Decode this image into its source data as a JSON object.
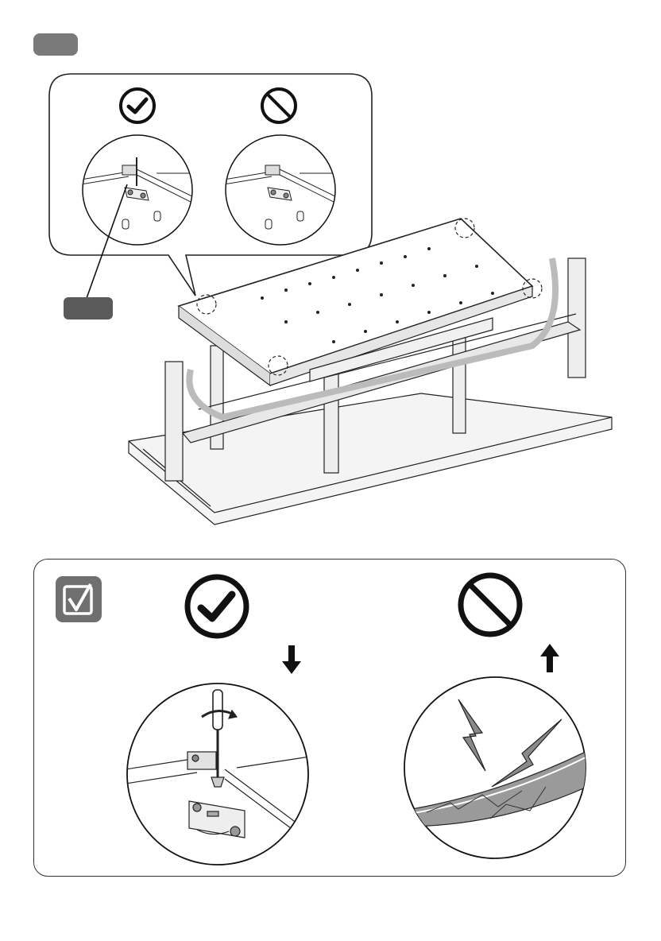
{
  "page": {
    "background": "#ffffff",
    "ink": "#111111",
    "accent_gray": "#6f6f6f"
  },
  "step_badge": {
    "icon": "blank-step-badge",
    "color": "#7a7a7a"
  },
  "callout_badge": {
    "icon": "blank-part-label",
    "color": "#5a5a5a"
  },
  "top_callout": {
    "correct_icon": "check-circle-icon",
    "incorrect_icon": "prohibited-icon",
    "left_detail": "bracket-fastened-detail",
    "right_detail": "bracket-loose-detail"
  },
  "assembly": {
    "illustration": "panel-on-aluminum-frame-assembly"
  },
  "bottom_panel": {
    "note_icon": "checkbox-icon",
    "correct_icon": "check-circle-icon",
    "incorrect_icon": "prohibited-icon",
    "correct_arrow": "arrow-down-icon",
    "incorrect_arrow": "arrow-up-icon",
    "left_detail": "screwdriver-tighten-detail",
    "right_detail": "panel-crack-detail"
  }
}
